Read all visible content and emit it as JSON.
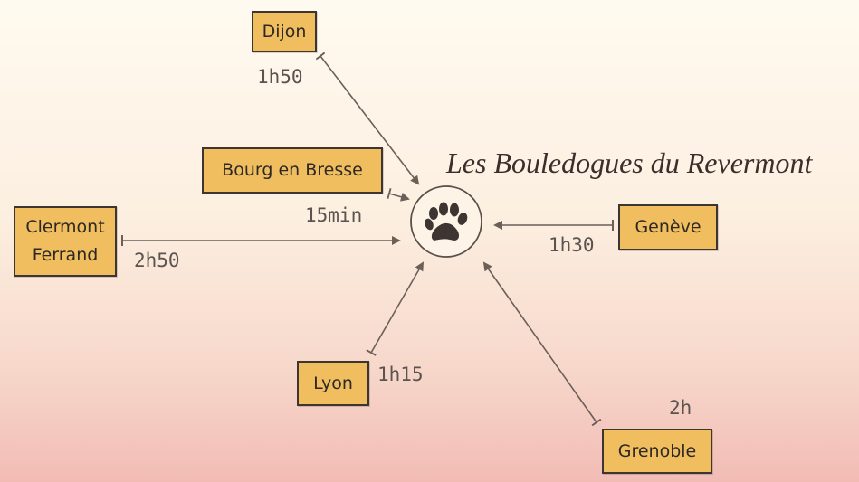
{
  "title": "Les Bouledogues du Revermont",
  "center_icon": "paw-icon",
  "cities": [
    {
      "name": "Dijon",
      "time": "1h50"
    },
    {
      "name": "Bourg en Bresse",
      "time": "15min"
    },
    {
      "name": "Clermont Ferrand",
      "time": "2h50"
    },
    {
      "name": "Genève",
      "time": "1h30"
    },
    {
      "name": "Lyon",
      "time": "1h15"
    },
    {
      "name": "Grenoble",
      "time": "2h"
    }
  ],
  "colors": {
    "box": "#f0be5e",
    "line": "#6b5f58",
    "text": "#2e2825"
  }
}
